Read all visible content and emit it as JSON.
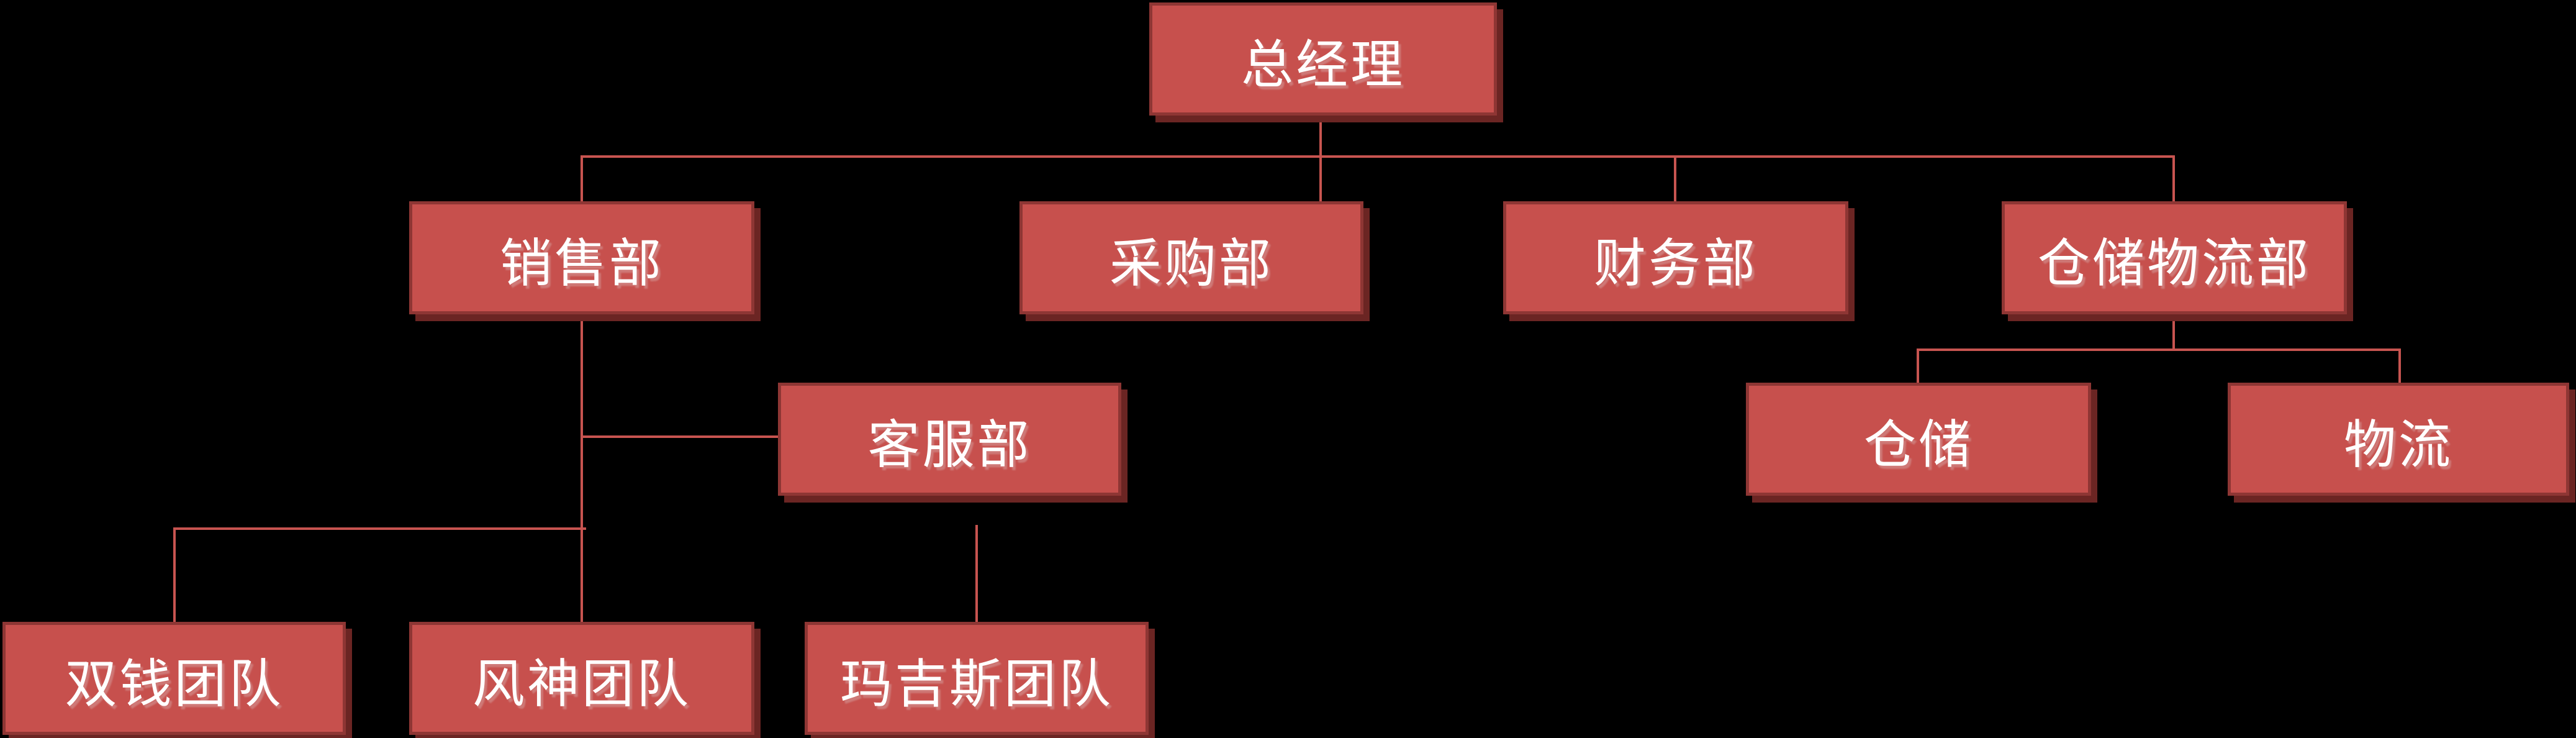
{
  "diagram": {
    "type": "org-chart",
    "background_color": "#000000",
    "node_fill_color": "#C7504D",
    "node_border_color": "#8E3634",
    "node_shadow_color": "#6B2523",
    "connector_color": "#C75450",
    "text_color": "#FFFFFF"
  },
  "nodes": [
    {
      "id": "ceo",
      "label": "总经理"
    },
    {
      "id": "sales",
      "label": "销售部"
    },
    {
      "id": "purchasing",
      "label": "采购部"
    },
    {
      "id": "finance",
      "label": "财务部"
    },
    {
      "id": "warehouse-logistics",
      "label": "仓储物流部"
    },
    {
      "id": "customer-service",
      "label": "客服部"
    },
    {
      "id": "warehouse",
      "label": "仓储"
    },
    {
      "id": "logistics",
      "label": "物流"
    },
    {
      "id": "team-shuangqian",
      "label": "双钱团队"
    },
    {
      "id": "team-fengshen",
      "label": "风神团队"
    },
    {
      "id": "team-majisi",
      "label": "玛吉斯团队"
    }
  ],
  "edges": [
    {
      "from": "总经理",
      "to": "销售部"
    },
    {
      "from": "总经理",
      "to": "采购部"
    },
    {
      "from": "总经理",
      "to": "财务部"
    },
    {
      "from": "总经理",
      "to": "仓储物流部"
    },
    {
      "from": "销售部",
      "to": "客服部"
    },
    {
      "from": "销售部",
      "to": "双钱团队"
    },
    {
      "from": "销售部",
      "to": "风神团队"
    },
    {
      "from": "客服部",
      "to": "玛吉斯团队"
    },
    {
      "from": "仓储物流部",
      "to": "仓储"
    },
    {
      "from": "仓储物流部",
      "to": "物流"
    }
  ]
}
